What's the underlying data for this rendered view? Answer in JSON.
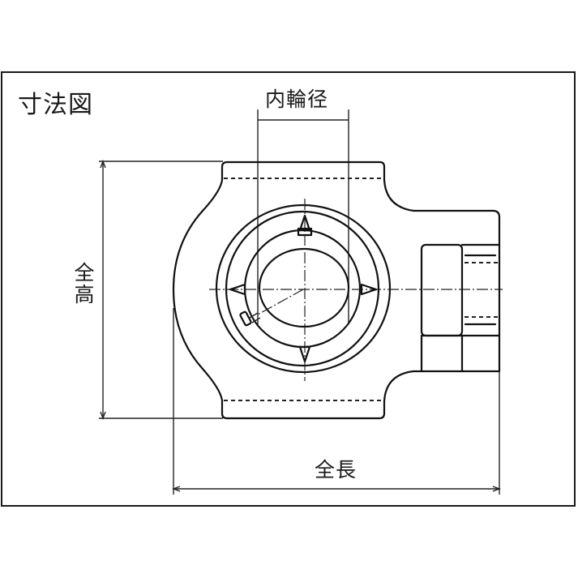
{
  "diagram": {
    "title": "寸法図",
    "type": "technical dimension drawing (take-up bearing unit, front view)",
    "dimensions": {
      "bore_label": "内輪径",
      "height_label": "全高",
      "length_label": "全長"
    },
    "colors": {
      "line": "#111111",
      "background": "#ffffff",
      "frame": "#1a1a1a"
    }
  }
}
